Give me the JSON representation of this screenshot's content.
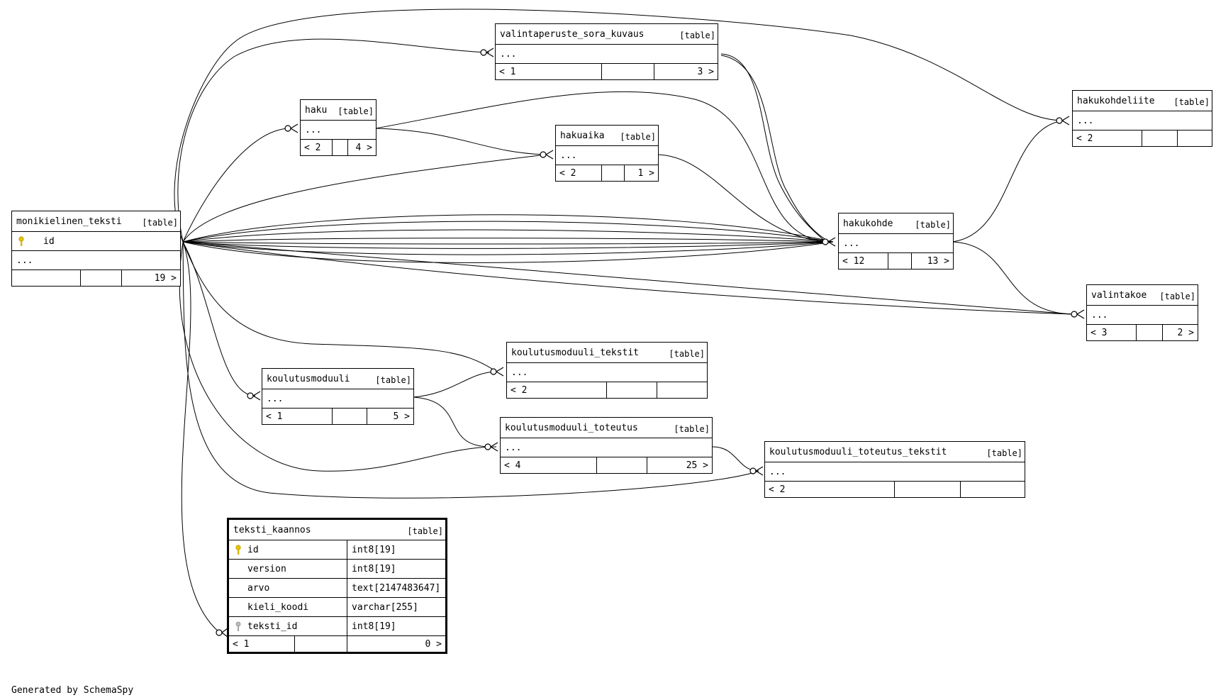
{
  "table_tag": "[table]",
  "ellipsis": "...",
  "generated_by": "Generated by SchemaSpy",
  "key_colors": {
    "primary": "#e8c400",
    "foreign": "#9a9a9a"
  },
  "tables": {
    "valintaperuste_sora_kuvaus": {
      "name": "valintaperuste_sora_kuvaus",
      "parents": "1",
      "children": "3"
    },
    "haku": {
      "name": "haku",
      "parents": "2",
      "children": "4"
    },
    "hakuaika": {
      "name": "hakuaika",
      "parents": "2",
      "children": "1"
    },
    "hakukohdeliite": {
      "name": "hakukohdeliite",
      "parents": "2",
      "children": ""
    },
    "monikielinen_teksti": {
      "name": "monikielinen_teksti",
      "pk_column": "id",
      "parents": "",
      "children": "19"
    },
    "hakukohde": {
      "name": "hakukohde",
      "parents": "12",
      "children": "13"
    },
    "valintakoe": {
      "name": "valintakoe",
      "parents": "3",
      "children": "2"
    },
    "koulutusmoduuli_tekstit": {
      "name": "koulutusmoduuli_tekstit",
      "parents": "2",
      "children": ""
    },
    "koulutusmoduuli": {
      "name": "koulutusmoduuli",
      "parents": "1",
      "children": "5"
    },
    "koulutusmoduuli_toteutus": {
      "name": "koulutusmoduuli_toteutus",
      "parents": "4",
      "children": "25"
    },
    "koulutusmoduuli_toteutus_tekstit": {
      "name": "koulutusmoduuli_toteutus_tekstit",
      "parents": "2",
      "children": ""
    },
    "teksti_kaannos": {
      "name": "teksti_kaannos",
      "columns": [
        {
          "name": "id",
          "type": "int8[19]",
          "key": "primary"
        },
        {
          "name": "version",
          "type": "int8[19]",
          "key": ""
        },
        {
          "name": "arvo",
          "type": "text[2147483647]",
          "key": ""
        },
        {
          "name": "kieli_koodi",
          "type": "varchar[255]",
          "key": ""
        },
        {
          "name": "teksti_id",
          "type": "int8[19]",
          "key": "foreign"
        }
      ],
      "parents": "1",
      "children": "0"
    }
  }
}
